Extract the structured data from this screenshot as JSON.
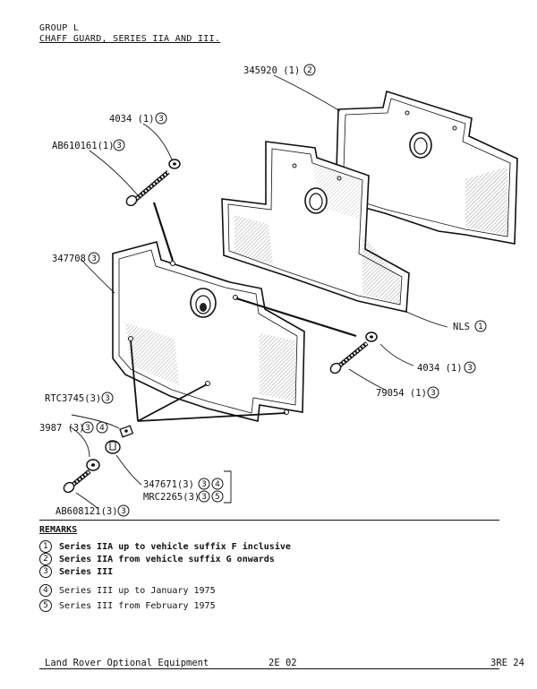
{
  "header": {
    "group": "GROUP L",
    "title": "CHAFF GUARD, SERIES IIA AND III."
  },
  "callouts": {
    "guard_iia": {
      "part": "345920 (1)",
      "ref": "2"
    },
    "washer_top": {
      "part": "4034 (1)",
      "ref": "3"
    },
    "screw_top": {
      "part": "AB610161(1)",
      "ref": "3"
    },
    "guard_iii": {
      "part": "347708",
      "ref": "3"
    },
    "guard_nls": {
      "part": "NLS",
      "ref": "1"
    },
    "washer_right": {
      "part": "4034 (1)",
      "ref": "3"
    },
    "screw_right": {
      "part": "79054 (1)",
      "ref": "3"
    },
    "clip": {
      "part": "RTC3745(3)",
      "ref": "3"
    },
    "washer_small": {
      "part": "3987 (3)",
      "refs": [
        "3",
        "4"
      ]
    },
    "rivet_a": {
      "part": "347671(3)",
      "refs": [
        "3",
        "4"
      ]
    },
    "rivet_b": {
      "part": "MRC2265(3)",
      "refs": [
        "3",
        "5"
      ]
    },
    "screw_small": {
      "part": "AB608121(3)",
      "ref": "3"
    }
  },
  "remarks": {
    "title": "REMARKS",
    "items": [
      {
        "ref": "1",
        "text": "Series IIA up to vehicle suffix F inclusive"
      },
      {
        "ref": "2",
        "text": "Series IIA from vehicle suffix G onwards"
      },
      {
        "ref": "3",
        "text": "Series III"
      },
      {
        "ref": "4",
        "text": "Series III up to January 1975"
      },
      {
        "ref": "5",
        "text": "Series III from February 1975"
      }
    ]
  },
  "footer": {
    "left": "Land Rover Optional Equipment",
    "center": "2E 02",
    "right": "3RE 24"
  }
}
